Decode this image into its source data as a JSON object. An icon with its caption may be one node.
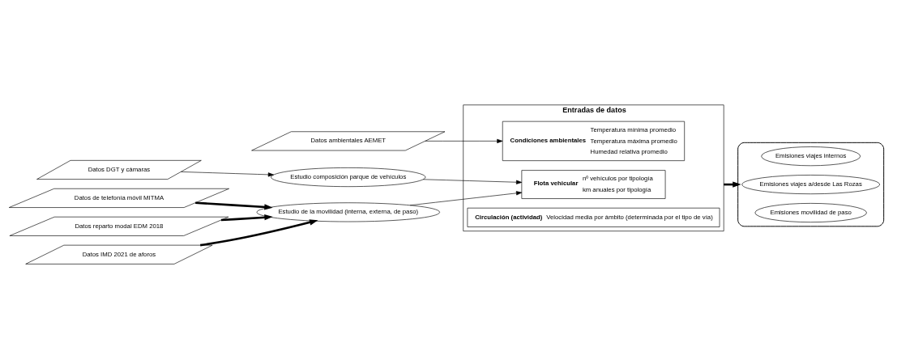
{
  "diagram": {
    "nodes": [
      {
        "text": [
          "Datos ambientales AEMET"
        ]
      },
      {
        "text": [
          "Datos DGT y cámaras"
        ]
      },
      {
        "text": [
          "Datos de telefonía móvil MITMA"
        ]
      },
      {
        "text": [
          "Datos reparto modal EDM 2018"
        ]
      },
      {
        "text": [
          "Datos IMD 2021 de aforos"
        ]
      },
      {
        "text": [
          "Estudio composición parque de vehículos"
        ]
      },
      {
        "text": [
          "Estudio de la movilidad (interna, externa, de paso)"
        ]
      },
      {
        "text": [
          "Entradas de datos"
        ]
      },
      {
        "text": [
          "Condiciones ambientales",
          "Temperatura mínima promedio",
          "Temperatura máxima promedio",
          "Humedad relativa promedio"
        ],
        "in": 7
      },
      {
        "text": [
          "Flota vehicular",
          "nº vehículos por tipología",
          "km anuales por tipología"
        ],
        "in": 7
      },
      {
        "text": [
          "Circulación (actividad)",
          "Velocidad media por ámbito (determinada por el tipo de vía)"
        ],
        "in": 7
      },
      {
        "text": [],
        "shape": "box"
      },
      {
        "text": [
          "Emisiones viajes internos"
        ],
        "in": 11
      },
      {
        "text": [
          "Emisiones viajes a/desde Las Rozas"
        ],
        "in": 11
      },
      {
        "text": [
          "Emisiones movilidad de paso"
        ],
        "in": 11
      }
    ],
    "edges": [
      {
        "from": 0,
        "to": 8,
        "arrow": "to"
      },
      {
        "from": 1,
        "to": 5,
        "arrow": "to"
      },
      {
        "from": 2,
        "to": 6,
        "arrow": "to",
        "style": "thick"
      },
      {
        "from": 3,
        "to": 6,
        "arrow": "to",
        "style": "thick"
      },
      {
        "from": 4,
        "to": 6,
        "arrow": "to",
        "style": "thick"
      },
      {
        "from": 5,
        "to": 9,
        "arrow": "to"
      },
      {
        "from": 6,
        "to": 9,
        "arrow": "to"
      },
      {
        "from": 7,
        "to": 11,
        "arrow": "to",
        "style": "thick"
      }
    ]
  }
}
